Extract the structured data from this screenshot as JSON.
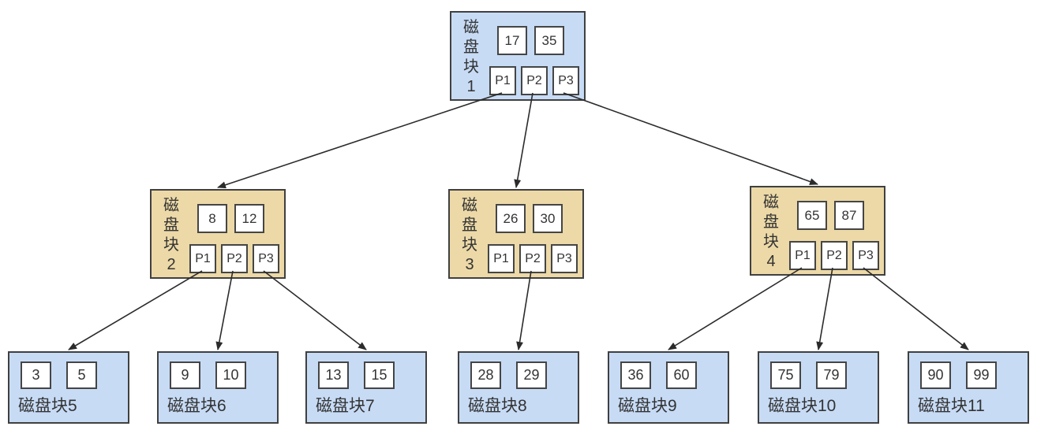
{
  "diagram": {
    "type": "b-tree-disk-blocks",
    "nodes": [
      {
        "id": "block1",
        "label": "磁盘块1",
        "level": "root",
        "fill": "blue",
        "keys": [
          "17",
          "35"
        ],
        "pointers": [
          "P1",
          "P2",
          "P3"
        ]
      },
      {
        "id": "block2",
        "label": "磁盘块2",
        "level": "internal",
        "fill": "tan",
        "keys": [
          "8",
          "12"
        ],
        "pointers": [
          "P1",
          "P2",
          "P3"
        ]
      },
      {
        "id": "block3",
        "label": "磁盘块3",
        "level": "internal",
        "fill": "tan",
        "keys": [
          "26",
          "30"
        ],
        "pointers": [
          "P1",
          "P2",
          "P3"
        ]
      },
      {
        "id": "block4",
        "label": "磁盘块4",
        "level": "internal",
        "fill": "tan",
        "keys": [
          "65",
          "87"
        ],
        "pointers": [
          "P1",
          "P2",
          "P3"
        ]
      },
      {
        "id": "block5",
        "label": "磁盘块5",
        "level": "leaf",
        "fill": "blue",
        "keys": [
          "3",
          "5"
        ]
      },
      {
        "id": "block6",
        "label": "磁盘块6",
        "level": "leaf",
        "fill": "blue",
        "keys": [
          "9",
          "10"
        ]
      },
      {
        "id": "block7",
        "label": "磁盘块7",
        "level": "leaf",
        "fill": "blue",
        "keys": [
          "13",
          "15"
        ]
      },
      {
        "id": "block8",
        "label": "磁盘块8",
        "level": "leaf",
        "fill": "blue",
        "keys": [
          "28",
          "29"
        ]
      },
      {
        "id": "block9",
        "label": "磁盘块9",
        "level": "leaf",
        "fill": "blue",
        "keys": [
          "36",
          "60"
        ]
      },
      {
        "id": "block10",
        "label": "磁盘块10",
        "level": "leaf",
        "fill": "blue",
        "keys": [
          "75",
          "79"
        ]
      },
      {
        "id": "block11",
        "label": "磁盘块11",
        "level": "leaf",
        "fill": "blue",
        "keys": [
          "90",
          "99"
        ]
      }
    ],
    "edges": [
      {
        "from": "block1",
        "pointer": "P1",
        "to": "block2"
      },
      {
        "from": "block1",
        "pointer": "P2",
        "to": "block3"
      },
      {
        "from": "block1",
        "pointer": "P3",
        "to": "block4"
      },
      {
        "from": "block2",
        "pointer": "P1",
        "to": "block5"
      },
      {
        "from": "block2",
        "pointer": "P2",
        "to": "block6"
      },
      {
        "from": "block2",
        "pointer": "P3",
        "to": "block7"
      },
      {
        "from": "block3",
        "pointer": "P2",
        "to": "block8"
      },
      {
        "from": "block4",
        "pointer": "P1",
        "to": "block9"
      },
      {
        "from": "block4",
        "pointer": "P2",
        "to": "block10"
      },
      {
        "from": "block4",
        "pointer": "P3",
        "to": "block11"
      }
    ],
    "colors": {
      "blue_fill": "#c7dbf5",
      "tan_fill": "#ecd9a7",
      "node_border": "#404040",
      "cell_fill": "#ffffff",
      "cell_border": "#454545",
      "text": "#333333",
      "arrow": "#2b2b2b",
      "background": "#ffffff"
    }
  }
}
